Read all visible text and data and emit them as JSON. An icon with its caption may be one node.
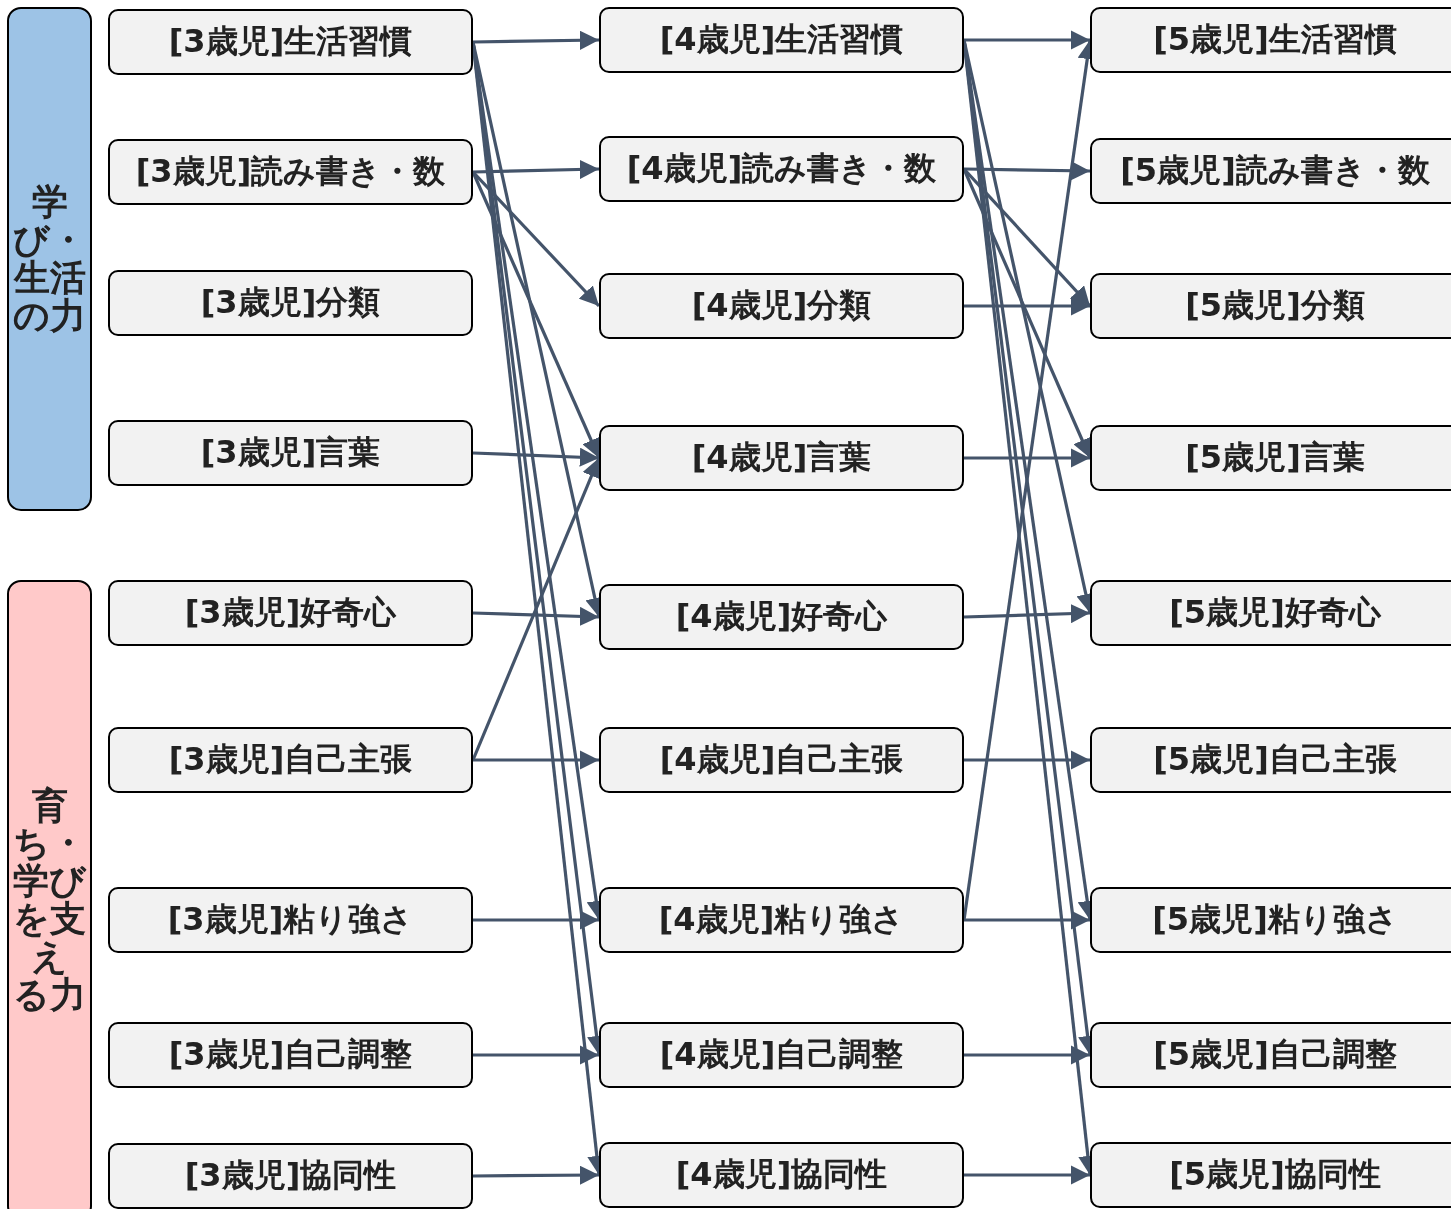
{
  "diagram": {
    "nodes": [
      {
        "text": [
          "学び・生活の力"
        ]
      },
      {
        "text": [
          "育ち・学びを支える力"
        ]
      },
      {
        "text": [
          "[3歳児]生活習慣"
        ]
      },
      {
        "text": [
          "[3歳児]読み書き・数"
        ]
      },
      {
        "text": [
          "[3歳児]分類"
        ]
      },
      {
        "text": [
          "[3歳児]言葉"
        ]
      },
      {
        "text": [
          "[3歳児]好奇心"
        ]
      },
      {
        "text": [
          "[3歳児]自己主張"
        ]
      },
      {
        "text": [
          "[3歳児]粘り強さ"
        ]
      },
      {
        "text": [
          "[3歳児]自己調整"
        ]
      },
      {
        "text": [
          "[3歳児]協同性"
        ]
      },
      {
        "text": [
          "[4歳児]生活習慣"
        ]
      },
      {
        "text": [
          "[4歳児]読み書き・数"
        ]
      },
      {
        "text": [
          "[4歳児]分類"
        ]
      },
      {
        "text": [
          "[4歳児]言葉"
        ]
      },
      {
        "text": [
          "[4歳児]好奇心"
        ]
      },
      {
        "text": [
          "[4歳児]自己主張"
        ]
      },
      {
        "text": [
          "[4歳児]粘り強さ"
        ]
      },
      {
        "text": [
          "[4歳児]自己調整"
        ]
      },
      {
        "text": [
          "[4歳児]協同性"
        ]
      },
      {
        "text": [
          "[5歳児]生活習慣"
        ]
      },
      {
        "text": [
          "[5歳児]読み書き・数"
        ]
      },
      {
        "text": [
          "[5歳児]分類"
        ]
      },
      {
        "text": [
          "[5歳児]言葉"
        ]
      },
      {
        "text": [
          "[5歳児]好奇心"
        ]
      },
      {
        "text": [
          "[5歳児]自己主張"
        ]
      },
      {
        "text": [
          "[5歳児]粘り強さ"
        ]
      },
      {
        "text": [
          "[5歳児]自己調整"
        ]
      },
      {
        "text": [
          "[5歳児]協同性"
        ]
      }
    ],
    "edges": [
      {
        "from": 2,
        "to": 11,
        "arrow": "to"
      },
      {
        "from": 2,
        "to": 15,
        "arrow": "to"
      },
      {
        "from": 2,
        "to": 17,
        "arrow": "to"
      },
      {
        "from": 2,
        "to": 18,
        "arrow": "to"
      },
      {
        "from": 2,
        "to": 19,
        "arrow": "to"
      },
      {
        "from": 3,
        "to": 12,
        "arrow": "to"
      },
      {
        "from": 3,
        "to": 13,
        "arrow": "to"
      },
      {
        "from": 3,
        "to": 14,
        "arrow": "to"
      },
      {
        "from": 5,
        "to": 14,
        "arrow": "to"
      },
      {
        "from": 6,
        "to": 15,
        "arrow": "to"
      },
      {
        "from": 7,
        "to": 14,
        "arrow": "to"
      },
      {
        "from": 7,
        "to": 16,
        "arrow": "to"
      },
      {
        "from": 8,
        "to": 17,
        "arrow": "to"
      },
      {
        "from": 9,
        "to": 18,
        "arrow": "to"
      },
      {
        "from": 10,
        "to": 19,
        "arrow": "to"
      },
      {
        "from": 11,
        "to": 20,
        "arrow": "to"
      },
      {
        "from": 11,
        "to": 24,
        "arrow": "to"
      },
      {
        "from": 11,
        "to": 26,
        "arrow": "to"
      },
      {
        "from": 11,
        "to": 27,
        "arrow": "to"
      },
      {
        "from": 11,
        "to": 28,
        "arrow": "to"
      },
      {
        "from": 12,
        "to": 21,
        "arrow": "to"
      },
      {
        "from": 12,
        "to": 22,
        "arrow": "to"
      },
      {
        "from": 12,
        "to": 23,
        "arrow": "to"
      },
      {
        "from": 13,
        "to": 22,
        "arrow": "to"
      },
      {
        "from": 14,
        "to": 23,
        "arrow": "to"
      },
      {
        "from": 15,
        "to": 24,
        "arrow": "to"
      },
      {
        "from": 16,
        "to": 25,
        "arrow": "to"
      },
      {
        "from": 17,
        "to": 20,
        "arrow": "to"
      },
      {
        "from": 17,
        "to": 26,
        "arrow": "to"
      },
      {
        "from": 18,
        "to": 27,
        "arrow": "to"
      },
      {
        "from": 19,
        "to": 28,
        "arrow": "to"
      }
    ]
  }
}
